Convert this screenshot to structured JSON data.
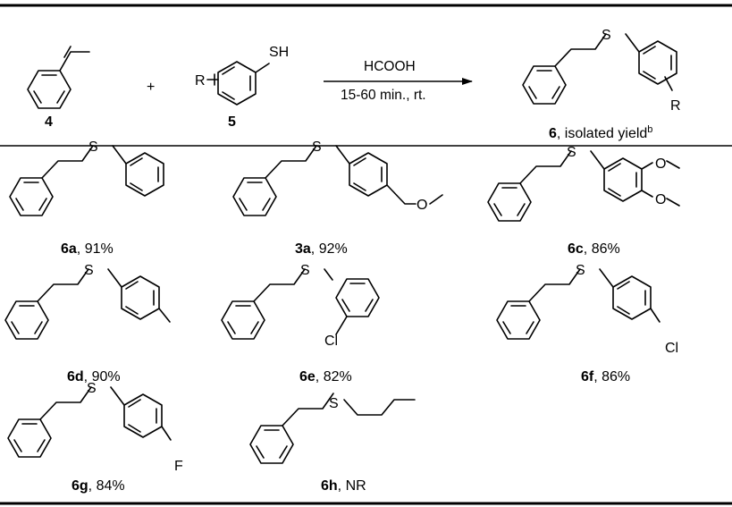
{
  "scheme": {
    "reactant1": {
      "id": "4"
    },
    "plus": "+",
    "reactant2": {
      "id": "5",
      "substituent": "R",
      "group": "SH"
    },
    "conditions": {
      "reagent": "HCOOH",
      "time_temp": "15-60 min., rt."
    },
    "product": {
      "id": "6",
      "caption": ", isolated yield",
      "footnote": "b",
      "substituent": "R",
      "linker": "S"
    }
  },
  "atoms": {
    "S": "S",
    "O": "O",
    "Cl": "Cl",
    "F": "F"
  },
  "entries": [
    {
      "id": "6a",
      "yield": ", 91%"
    },
    {
      "id": "3a",
      "yield": ", 92%"
    },
    {
      "id": "6c",
      "yield": ", 86%"
    },
    {
      "id": "6d",
      "yield": ", 90%"
    },
    {
      "id": "6e",
      "yield": ", 82%"
    },
    {
      "id": "6f",
      "yield": ", 86%"
    },
    {
      "id": "6g",
      "yield": ", 84%"
    },
    {
      "id": "6h",
      "yield": ", NR"
    }
  ]
}
